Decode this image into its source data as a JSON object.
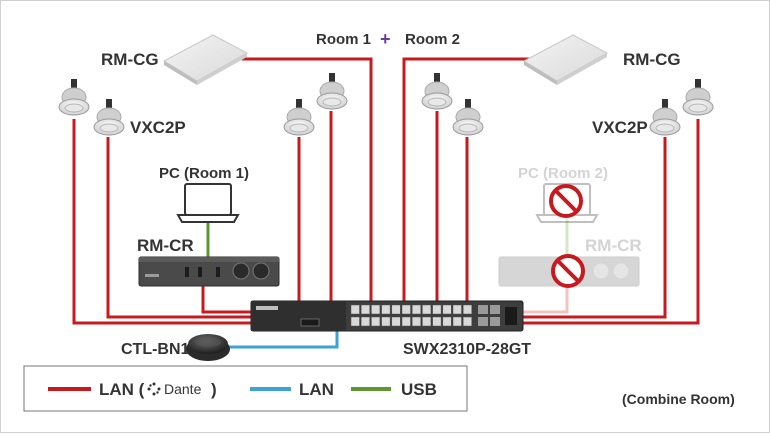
{
  "labels": {
    "room1": "Room 1",
    "room2": "Room 2",
    "plus": "+",
    "rmcg_left": "RM-CG",
    "rmcg_right": "RM-CG",
    "vxc2p_left": "VXC2P",
    "vxc2p_right": "VXC2P",
    "pc_room1": "PC (Room 1)",
    "pc_room2": "PC (Room 2)",
    "rmcr_left": "RM-CR",
    "rmcr_right": "RM-CR",
    "ctlbn1": "CTL-BN1",
    "switch": "SWX2310P-28GT",
    "combine": "(Combine Room)"
  },
  "legend": {
    "lan_dante_prefix": "LAN (",
    "dante_word": "Dante",
    "lan_dante_suffix": ")",
    "lan": "LAN",
    "usb": "USB"
  },
  "colors": {
    "lan_dante": "#c8191e",
    "lan": "#3ba3d6",
    "usb": "#5e9732",
    "plus": "#6a3d98",
    "disabled": "#c8191e"
  },
  "icons": {
    "ceiling_panel": "ceiling-panel-icon",
    "speaker": "ceiling-speaker-icon",
    "laptop": "laptop-icon",
    "processor": "processor-unit-icon",
    "network_switch": "network-switch-icon",
    "button_controller": "round-button-icon",
    "prohibited": "prohibited-icon"
  }
}
